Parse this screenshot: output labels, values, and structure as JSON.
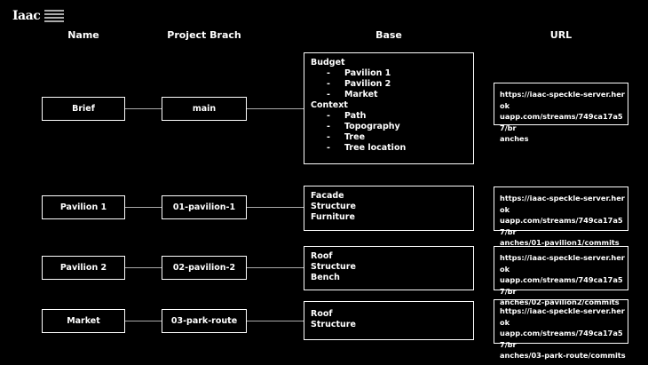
{
  "logo": {
    "text": "Iaac"
  },
  "headers": {
    "name": "Name",
    "branch": "Project Brach",
    "base": "Base",
    "url": "URL"
  },
  "rows": [
    {
      "name": "Brief",
      "branch": "main",
      "base": {
        "groups": [
          {
            "title": "Budget",
            "items": [
              "Pavilion 1",
              "Pavilion 2",
              "Market"
            ]
          },
          {
            "title": "Context",
            "items": [
              "Path",
              "Topography",
              "Tree",
              "Tree location"
            ]
          }
        ]
      },
      "url_lines": [
        "https://iaac-speckle-server.herok",
        "uapp.com/streams/749ca17a57/br",
        "anches"
      ]
    },
    {
      "name": "Pavilion 1",
      "branch": "01-pavilion-1",
      "base": {
        "items": [
          "Facade",
          "Structure",
          "Furniture"
        ]
      },
      "url_lines": [
        "https://iaac-speckle-server.herok",
        "uapp.com/streams/749ca17a57/br",
        "anches/01-pavilion1/commits"
      ]
    },
    {
      "name": "Pavilion 2",
      "branch": "02-pavilion-2",
      "base": {
        "items": [
          "Roof",
          "Structure",
          "Bench"
        ]
      },
      "url_lines": [
        "https://iaac-speckle-server.herok",
        "uapp.com/streams/749ca17a57/br",
        "anches/02-pavilion2/commits"
      ]
    },
    {
      "name": "Market",
      "branch": "03-park-route",
      "base": {
        "items": [
          "Roof",
          "Structure"
        ]
      },
      "url_lines": [
        "https://iaac-speckle-server.herok",
        "uapp.com/streams/749ca17a57/br",
        "anches/03-park-route/commits"
      ]
    }
  ],
  "dash": "-"
}
